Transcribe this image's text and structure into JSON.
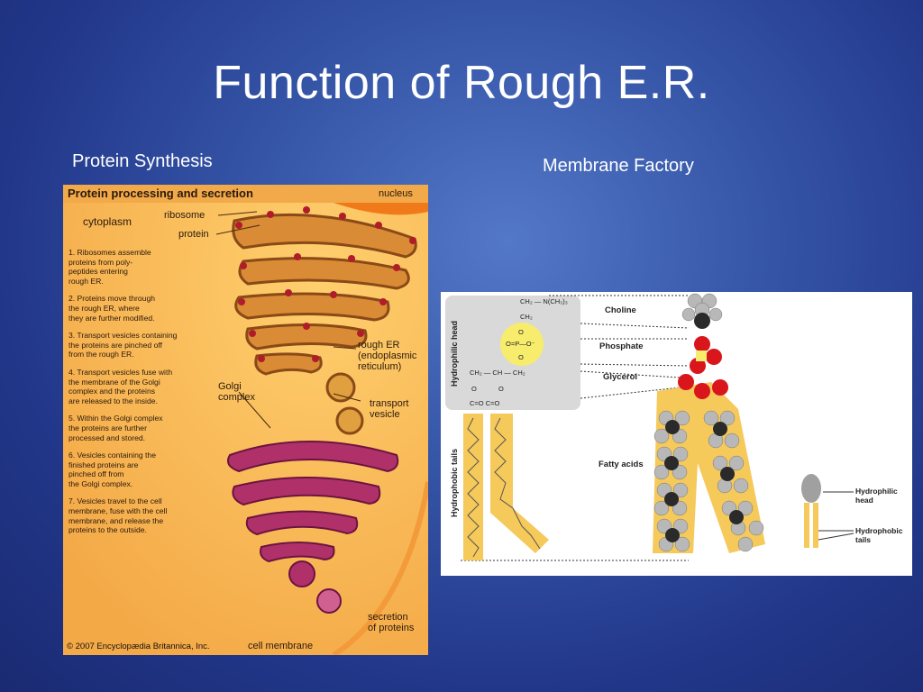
{
  "slide": {
    "title": "Function of Rough E.R.",
    "left_subtitle": "Protein Synthesis",
    "right_subtitle": "Membrane Factory"
  },
  "protein_figure": {
    "heading": "Protein processing and secretion",
    "labels": {
      "nucleus": "nucleus",
      "cytoplasm": "cytoplasm",
      "ribosome": "ribosome",
      "protein": "protein",
      "rough_er": "rough ER\n(endoplasmic\nreticulum)",
      "golgi": "Golgi\ncomplex",
      "transport_vesicle": "transport\nvesicle",
      "secretion": "secretion\nof proteins",
      "cell_membrane": "cell membrane"
    },
    "steps": [
      "1. Ribosomes assemble\n   proteins from poly-\n   peptides entering\n   rough ER.",
      "2. Proteins move through\n   the rough ER, where\n   they are further modified.",
      "3. Transport vesicles containing\n   the proteins are pinched off\n   from the rough ER.",
      "4. Transport vesicles fuse with\n   the membrane of the Golgi\n   complex and the proteins\n   are released to the inside.",
      "5. Within the Golgi complex\n   the proteins are further\n   processed and stored.",
      "6. Vesicles containing the\n   finished proteins are\n   pinched off from\n   the Golgi complex.",
      "7. Vesicles travel to the cell\n   membrane, fuse with the cell\n   membrane, and release the\n   proteins to the outside."
    ],
    "copyright": "© 2007 Encyclopædia Britannica, Inc."
  },
  "lipid_figure": {
    "labels": {
      "choline": "Choline",
      "phosphate": "Phosphate",
      "glycerol": "Glycerol",
      "fatty_acids": "Fatty acids",
      "hydrophilic_head_axis": "Hydrophilic head",
      "hydrophobic_tails_axis": "Hydrophobic tails",
      "hydrophilic_head": "Hydrophilic\nhead",
      "hydrophobic_tails": "Hydrophobic\ntails"
    },
    "chem": {
      "choline": "CH₂ — N(CH₃)₃",
      "ch2": "CH₂",
      "o1": "O",
      "phosphate": "O=P—O⁻",
      "o2": "O",
      "glycerol": "CH₂ — CH — CH₂",
      "o3": "O",
      "o4": "O",
      "ester": "C=O  C=O"
    },
    "colors": {
      "phosphate_circle": "#f7ec6b",
      "tail_fill": "#f5c95a",
      "head_panel": "#d9d9d9",
      "oxygen_atom": "#d8161c",
      "carbon_atom": "#2a2a2a",
      "hydrogen_atom": "#b8b8b8"
    }
  }
}
